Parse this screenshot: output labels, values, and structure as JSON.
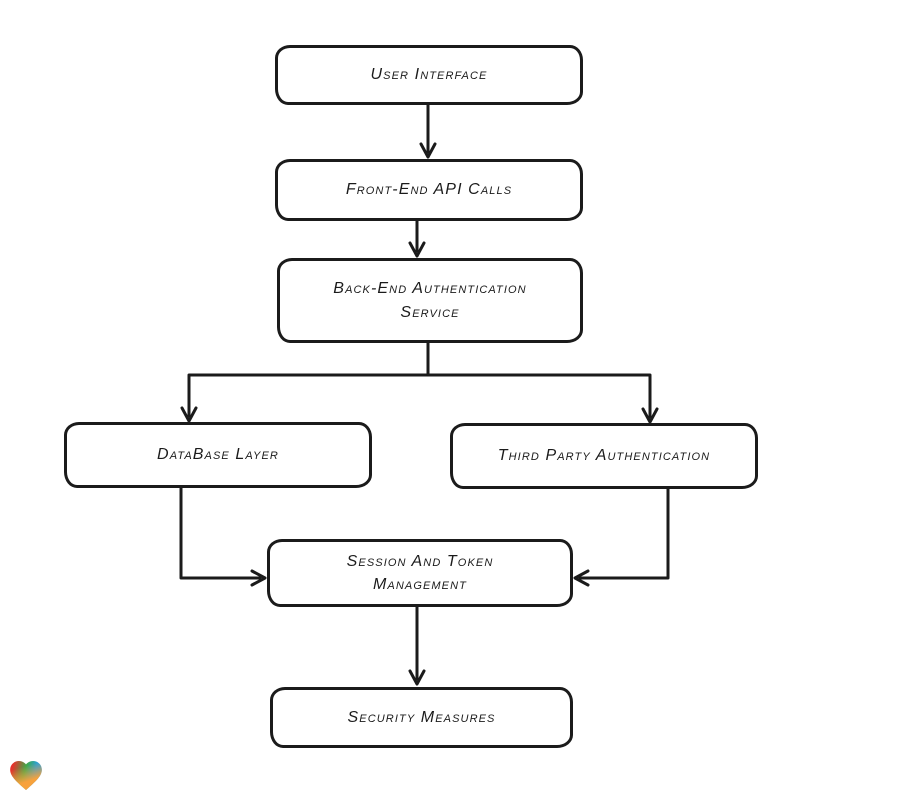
{
  "canvas": {
    "background_color": "#ffffff",
    "ink_color": "#1b1b1b"
  },
  "diagram": {
    "type": "flowchart",
    "direction": "top-down",
    "nodes": [
      {
        "id": "user-interface",
        "label": "User Interface"
      },
      {
        "id": "frontend-api-calls",
        "label": "Front-End API Calls"
      },
      {
        "id": "backend-auth-service",
        "label": "Back-End Authentication Service"
      },
      {
        "id": "database-layer",
        "label": "DataBase Layer"
      },
      {
        "id": "third-party-auth",
        "label": "Third Party Authentication"
      },
      {
        "id": "session-token-management",
        "label": "Session And Token Management"
      },
      {
        "id": "security-measures",
        "label": "Security Measures"
      }
    ],
    "edges": [
      {
        "from": "user-interface",
        "to": "frontend-api-calls"
      },
      {
        "from": "frontend-api-calls",
        "to": "backend-auth-service"
      },
      {
        "from": "backend-auth-service",
        "to": "database-layer"
      },
      {
        "from": "backend-auth-service",
        "to": "third-party-auth"
      },
      {
        "from": "database-layer",
        "to": "session-token-management"
      },
      {
        "from": "third-party-auth",
        "to": "session-token-management"
      },
      {
        "from": "session-token-management",
        "to": "security-measures"
      }
    ]
  },
  "logo": {
    "icon": "heart-icon",
    "colors": {
      "red": "#e5332c",
      "green": "#3fa948",
      "blue": "#2a9fd8",
      "orange": "#f7a23c"
    }
  }
}
